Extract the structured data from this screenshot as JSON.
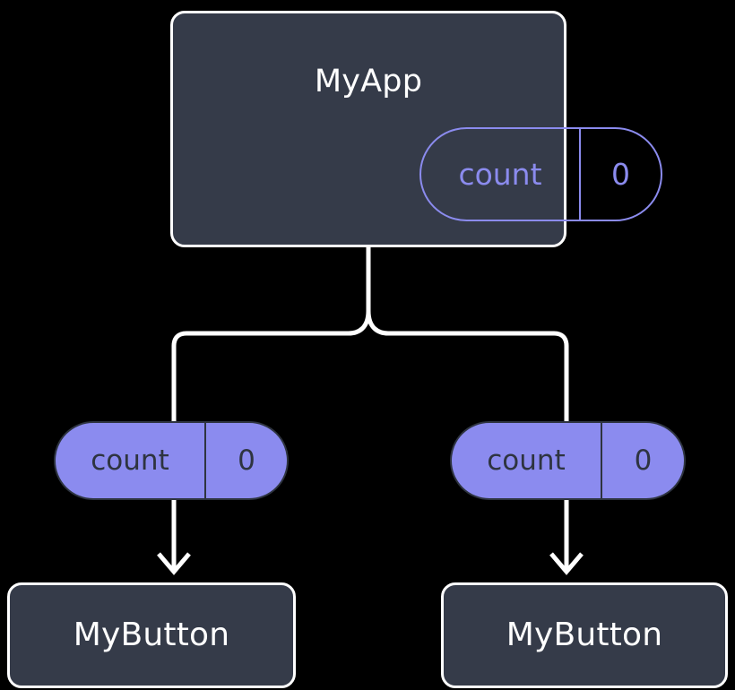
{
  "diagram": {
    "title": "MyApp component tree with shared count state",
    "background_color": "#000000",
    "colors": {
      "node_fill": "#353b49",
      "node_border": "#ffffff",
      "accent": "#8b8bee",
      "pill_fill": "#8b8bef",
      "pill_text": "#2e3440",
      "wire": "#ffffff"
    }
  },
  "root": {
    "label": "MyApp",
    "state_pill": {
      "key": "count",
      "value": "0",
      "style": "outlined"
    }
  },
  "children": [
    {
      "label": "MyButton",
      "state_pill": {
        "key": "count",
        "value": "0",
        "style": "filled"
      }
    },
    {
      "label": "MyButton",
      "state_pill": {
        "key": "count",
        "value": "0",
        "style": "filled"
      }
    }
  ],
  "connectors": {
    "tree_branch": "white-branch-connector",
    "arrow_left": "down-arrow-icon",
    "arrow_right": "down-arrow-icon"
  }
}
